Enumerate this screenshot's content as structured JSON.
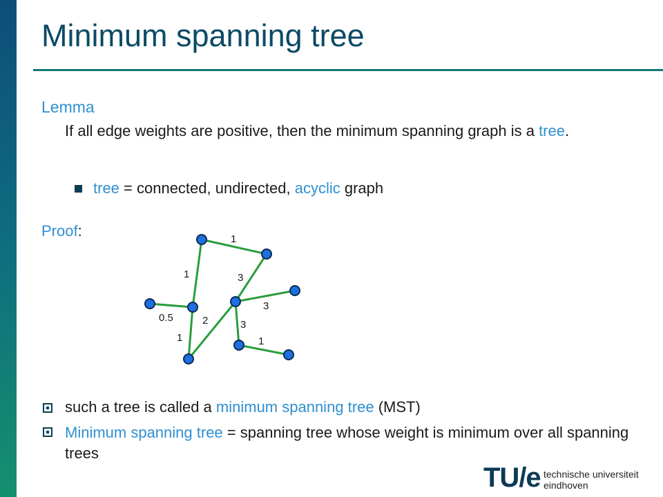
{
  "title": "Minimum spanning tree",
  "lemma": {
    "heading": "Lemma",
    "body_part1": "If all edge weights are positive, then the minimum spanning graph is a ",
    "body_tree": "tree",
    "body_end": "."
  },
  "bullet": {
    "tree": "tree",
    "mid": " = connected, undirected, ",
    "acyclic": "acyclic",
    "end": " graph"
  },
  "proof": {
    "label": "Proof",
    "colon": ":"
  },
  "graph": {
    "edge_labels": [
      "1",
      "1",
      "3",
      "3",
      "0.5",
      "2",
      "3",
      "1",
      "1"
    ],
    "colors": {
      "edge": "#2a9d3c",
      "node_fill": "#1f6fe0",
      "node_stroke": "#0a2a55"
    }
  },
  "points": [
    {
      "pre": "such a tree is called a ",
      "accent": "minimum spanning tree",
      "post": " (MST)"
    },
    {
      "accent": "Minimum spanning tree",
      "post": " = spanning tree whose weight is minimum over all spanning trees"
    }
  ],
  "logo": {
    "mark": "TU/e",
    "text": "technische universiteit eindhoven"
  },
  "colors": {
    "title": "#0c4a66",
    "accent": "#2f8fd0"
  }
}
